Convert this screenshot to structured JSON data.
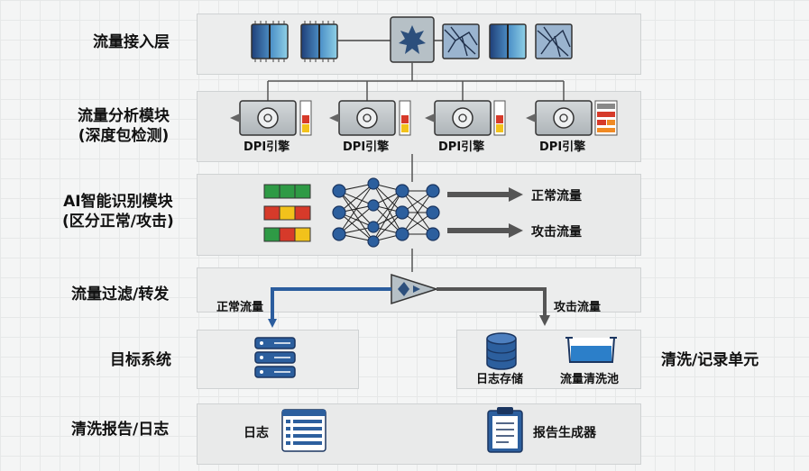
{
  "layers": {
    "ingress": "流量接入层",
    "analysis_line1": "流量分析模块",
    "analysis_line2": "(深度包检测)",
    "ai_line1": "AI智能识别模块",
    "ai_line2": "(区分正常/攻击)",
    "filter": "流量过滤/转发",
    "target": "目标系统",
    "report": "清洗报告/日志",
    "cleaning_unit": "清洗/记录单元"
  },
  "dpi": {
    "engines": [
      "DPI引擎",
      "DPI引擎",
      "DPI引擎",
      "DPI引擎"
    ]
  },
  "ai": {
    "normal_output": "正常流量",
    "attack_output": "攻击流量"
  },
  "filter": {
    "normal_path": "正常流量",
    "attack_path": "攻击流量"
  },
  "cleaning": {
    "storage": "日志存储",
    "pool": "流量清洗池"
  },
  "report": {
    "log": "日志",
    "generator": "报告生成器"
  },
  "colors": {
    "flow_blue": "#2b5d9e",
    "node_blue": "#2c5f9e",
    "green": "#2e9a45",
    "red": "#d63a2a",
    "yellow": "#f2c21b",
    "orange": "#f08a24"
  }
}
